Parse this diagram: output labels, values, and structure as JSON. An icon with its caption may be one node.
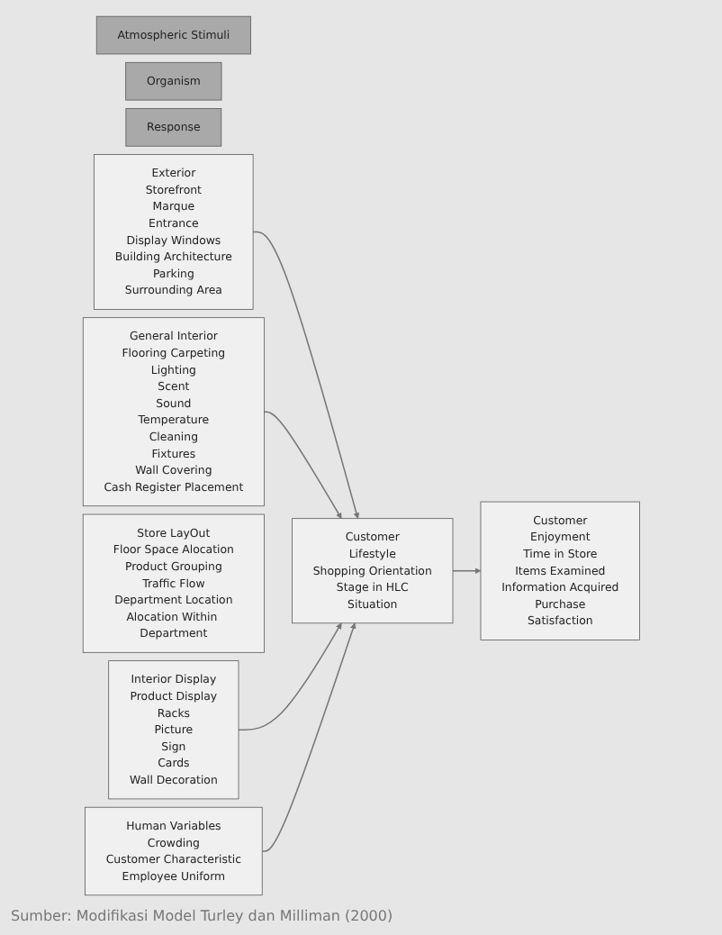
{
  "diagram": {
    "caption": "Sumber: Modifikasi Model Turley dan Milliman (2000)",
    "nodes": [
      {
        "text": [
          "Atmospheric Stimuli"
        ]
      },
      {
        "text": [
          "Organism"
        ]
      },
      {
        "text": [
          "Response"
        ]
      },
      {
        "text": [
          "Exterior",
          "Storefront",
          "Marque",
          "Entrance",
          "Display Windows",
          "Building Architecture",
          "Parking",
          "Surrounding Area"
        ]
      },
      {
        "text": [
          "General Interior",
          "Flooring Carpeting",
          "Lighting",
          "Scent",
          "Sound",
          "Temperature",
          "Cleaning",
          "Fixtures",
          "Wall Covering",
          "Cash Register Placement"
        ]
      },
      {
        "text": [
          "Store LayOut",
          "Floor Space Alocation",
          "Product Grouping",
          "Traffic Flow",
          "Department Location",
          "Alocation Within Department"
        ]
      },
      {
        "text": [
          "Interior Display",
          "Product Display",
          "Racks",
          "Picture",
          "Sign",
          "Cards",
          "Wall Decoration"
        ]
      },
      {
        "text": [
          "Human Variables",
          "Crowding",
          "Customer Characteristic",
          "Employee Uniform"
        ]
      },
      {
        "text": [
          "Customer",
          "Lifestyle",
          "Shopping Orientation",
          "Stage in HLC",
          "Situation"
        ]
      },
      {
        "text": [
          "Customer",
          "Enjoyment",
          "Time in Store",
          "Items Examined",
          "Information Acquired",
          "Purchase",
          "Satisfaction"
        ]
      }
    ],
    "edges": [
      {
        "from": 3,
        "to": 8,
        "arrow": "to"
      },
      {
        "from": 4,
        "to": 8,
        "arrow": "to"
      },
      {
        "from": 6,
        "to": 8,
        "arrow": "to"
      },
      {
        "from": 7,
        "to": 8,
        "arrow": "to"
      },
      {
        "from": 8,
        "to": 9,
        "arrow": "to"
      }
    ]
  }
}
